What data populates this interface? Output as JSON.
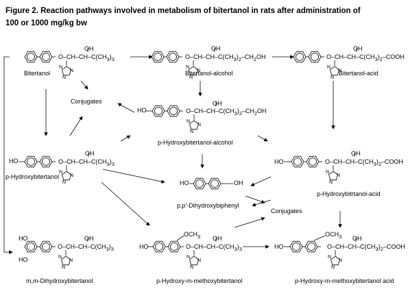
{
  "title": {
    "line1": "Figure 2.  Reaction pathways involved in metabolism of bitertanol in rats after administration of",
    "line2": "100 or 1000 mg/kg bw"
  },
  "compounds": {
    "bitertanol": "Bitertanol",
    "bitertanol_alcohol": "Bitertanol-alcohol",
    "bitertanol_acid": "Bitertanol-acid",
    "p_hydroxybitertanol_alcohol": "p-Hydroxybitertanol-alcohol",
    "p_hydroxybitertanol": "p-Hydroxybitertanol",
    "p_hydroxybitertanol_acid": "p-Hydroxybitrtanol-acid",
    "dihydroxybiphenyl": "p,p'-Dihydroxybiphenyl",
    "mm_dihydroxybitertanol": "m,m-Dihydroxybitertanol",
    "p_hydroxy_m_methoxybitertanol": "p-Hydroxy-m-methoxybitertanol",
    "p_hydroxy_m_methoxybitertanol_acid": "p-Hydroxy-m-methoxybitertanol acid",
    "conjugates_1": "Conjugates",
    "conjugates_2": "Conjugates"
  },
  "formula_text": {
    "oh": "OH",
    "ho": "HO",
    "o_ch": "O–CH–CH–C(CH",
    "tail_tbu": ")",
    "sub3": "3",
    "sub2": "2",
    "alcohol_tail": "–CH",
    "alcohol_end": "OH",
    "acid_tail": "–COOH",
    "och3": "OCH",
    "n": "N"
  }
}
